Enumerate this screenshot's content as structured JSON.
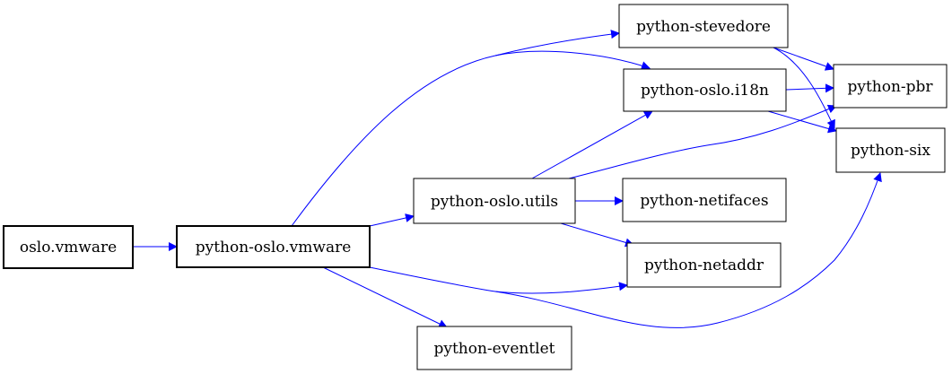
{
  "colors": {
    "edge": "#0000ff",
    "node_border": "#000000",
    "background": "#ffffff"
  },
  "nodes": [
    {
      "id": "oslo-vmware",
      "label": "oslo.vmware",
      "emphasis": "bold"
    },
    {
      "id": "python-oslo-vmware",
      "label": "python-oslo.vmware",
      "emphasis": "bold"
    },
    {
      "id": "python-oslo-utils",
      "label": "python-oslo.utils",
      "emphasis": "normal"
    },
    {
      "id": "python-stevedore",
      "label": "python-stevedore",
      "emphasis": "normal"
    },
    {
      "id": "python-oslo-i18n",
      "label": "python-oslo.i18n",
      "emphasis": "normal"
    },
    {
      "id": "python-pbr",
      "label": "python-pbr",
      "emphasis": "normal"
    },
    {
      "id": "python-six",
      "label": "python-six",
      "emphasis": "normal"
    },
    {
      "id": "python-netifaces",
      "label": "python-netifaces",
      "emphasis": "normal"
    },
    {
      "id": "python-netaddr",
      "label": "python-netaddr",
      "emphasis": "normal"
    },
    {
      "id": "python-eventlet",
      "label": "python-eventlet",
      "emphasis": "normal"
    }
  ],
  "edges": [
    {
      "from": "oslo-vmware",
      "to": "python-oslo-vmware"
    },
    {
      "from": "python-oslo-vmware",
      "to": "python-oslo-utils"
    },
    {
      "from": "python-oslo-vmware",
      "to": "python-stevedore"
    },
    {
      "from": "python-oslo-vmware",
      "to": "python-oslo-i18n"
    },
    {
      "from": "python-oslo-vmware",
      "to": "python-netaddr"
    },
    {
      "from": "python-oslo-vmware",
      "to": "python-six"
    },
    {
      "from": "python-oslo-vmware",
      "to": "python-eventlet"
    },
    {
      "from": "python-oslo-utils",
      "to": "python-oslo-i18n"
    },
    {
      "from": "python-oslo-utils",
      "to": "python-pbr"
    },
    {
      "from": "python-oslo-utils",
      "to": "python-netifaces"
    },
    {
      "from": "python-oslo-utils",
      "to": "python-netaddr"
    },
    {
      "from": "python-stevedore",
      "to": "python-pbr"
    },
    {
      "from": "python-stevedore",
      "to": "python-six"
    },
    {
      "from": "python-oslo-i18n",
      "to": "python-pbr"
    },
    {
      "from": "python-oslo-i18n",
      "to": "python-six"
    }
  ]
}
